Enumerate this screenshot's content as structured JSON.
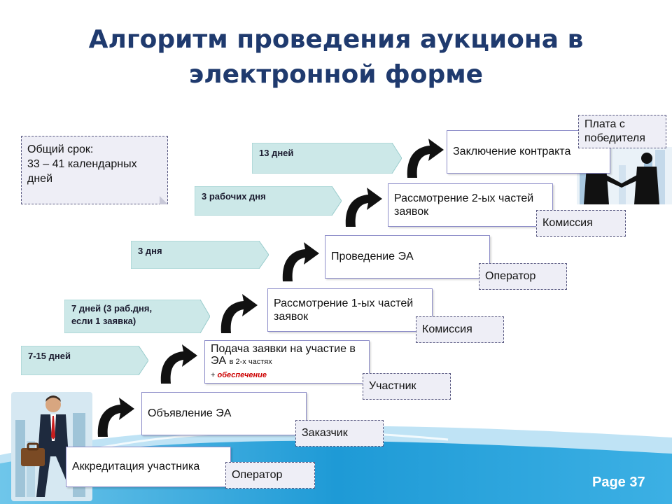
{
  "title": "Алгоритм проведения аукциона в электронной форме",
  "total_term": {
    "line1": "Общий срок:",
    "line2": "33 – 41 календарных",
    "line3": "дней"
  },
  "steps": [
    {
      "label": "Аккредитация участника",
      "role": "Оператор"
    },
    {
      "label": "Объявление ЭА",
      "role": "Заказчик"
    },
    {
      "label_main": "Подача заявки на участие в ЭА",
      "label_small": "в 2-х частях",
      "label_plus": "+",
      "label_red": "обеспечение",
      "role": "Участник"
    },
    {
      "label": "Рассмотрение 1-ых частей заявок",
      "role": "Комиссия"
    },
    {
      "label": "Проведение ЭА",
      "role": "Оператор"
    },
    {
      "label": "Рассмотрение 2-ых частей заявок",
      "role": "Комиссия"
    },
    {
      "label": "Заключение контракта",
      "role": "Плата с победителя"
    }
  ],
  "durations": [
    "7-15 дней",
    "7 дней (3 раб.дня,\nесли 1 заявка)",
    "3 дня",
    "3  рабочих дня",
    "13  дней"
  ],
  "footer": {
    "page": "Page 37"
  },
  "colors": {
    "title": "#1f3a6e",
    "duration_fill": "#cce8e8",
    "role_fill": "#eeeef6",
    "red_text": "#cc0000",
    "wave": "#29a3dc"
  }
}
